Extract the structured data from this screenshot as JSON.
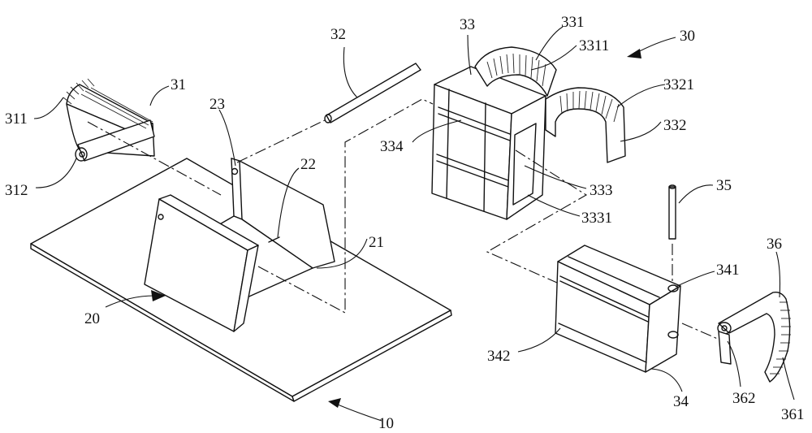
{
  "labels": {
    "base": "10",
    "bracket": "20",
    "bracket_wall": "21",
    "bracket_slot": "22",
    "bracket_hole": "23",
    "assembly": "30",
    "left_clamp": "31",
    "left_clamp_teeth": "311",
    "left_clamp_lug": "312",
    "shaft": "32",
    "body": "33",
    "body_upper_arm": "331",
    "body_upper_teeth": "3311",
    "body_lower_arm": "332",
    "body_lower_teeth": "3321",
    "body_window": "333",
    "body_window_edge": "3331",
    "body_side": "334",
    "block": "34",
    "block_lug": "341",
    "block_groove": "342",
    "pin": "35",
    "right_clamp": "36",
    "right_clamp_teeth": "361",
    "right_clamp_lug": "362"
  }
}
